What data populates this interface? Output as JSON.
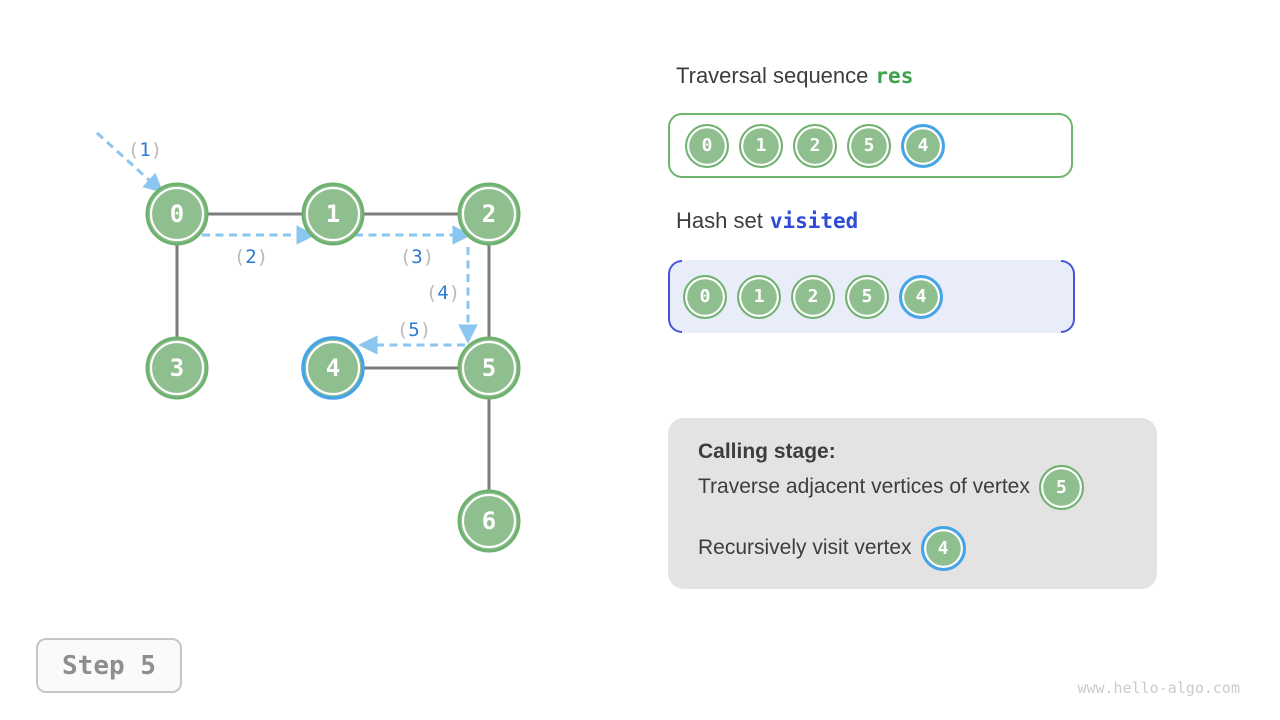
{
  "graph": {
    "nodes": [
      {
        "id": "0",
        "highlighted": false
      },
      {
        "id": "1",
        "highlighted": false
      },
      {
        "id": "2",
        "highlighted": false
      },
      {
        "id": "3",
        "highlighted": false
      },
      {
        "id": "4",
        "highlighted": true
      },
      {
        "id": "5",
        "highlighted": false
      },
      {
        "id": "6",
        "highlighted": false
      }
    ],
    "edges": [
      [
        "0",
        "1"
      ],
      [
        "1",
        "2"
      ],
      [
        "0",
        "3"
      ],
      [
        "2",
        "5"
      ],
      [
        "4",
        "5"
      ],
      [
        "5",
        "6"
      ]
    ],
    "traversal_arrows": [
      {
        "order": "1"
      },
      {
        "order": "2"
      },
      {
        "order": "3"
      },
      {
        "order": "4"
      },
      {
        "order": "5"
      }
    ]
  },
  "res_panel": {
    "title_text": "Traversal sequence",
    "title_code": "res",
    "items": [
      {
        "value": "0",
        "highlighted": false
      },
      {
        "value": "1",
        "highlighted": false
      },
      {
        "value": "2",
        "highlighted": false
      },
      {
        "value": "5",
        "highlighted": false
      },
      {
        "value": "4",
        "highlighted": true
      }
    ]
  },
  "visited_panel": {
    "title_text": "Hash set",
    "title_code": "visited",
    "items": [
      {
        "value": "0",
        "highlighted": false
      },
      {
        "value": "1",
        "highlighted": false
      },
      {
        "value": "2",
        "highlighted": false
      },
      {
        "value": "5",
        "highlighted": false
      },
      {
        "value": "4",
        "highlighted": true
      }
    ]
  },
  "calling_panel": {
    "heading": "Calling stage:",
    "lines": [
      {
        "text": "Traverse adjacent vertices of vertex",
        "vertex": "5",
        "highlighted": false
      },
      {
        "text": "Recursively visit vertex",
        "vertex": "4",
        "highlighted": true
      }
    ]
  },
  "step_badge": "Step 5",
  "watermark": "www.hello-algo.com",
  "colors": {
    "node_fill": "#8FBE8F",
    "node_border": "#6FB26F",
    "highlight_blue": "#46A4E9",
    "arrow_blue": "#8AC6EF",
    "label_number_blue": "#2B7BD3",
    "label_paren_gray": "#B9B9B9",
    "edge_gray": "#7E7E7E",
    "res_code_green": "#3FA04A",
    "visited_code_blue": "#2E4CD7",
    "visited_bg": "#E9EDFA",
    "bracket_blue": "#4656D9",
    "calling_bg": "#E3E3E3"
  }
}
